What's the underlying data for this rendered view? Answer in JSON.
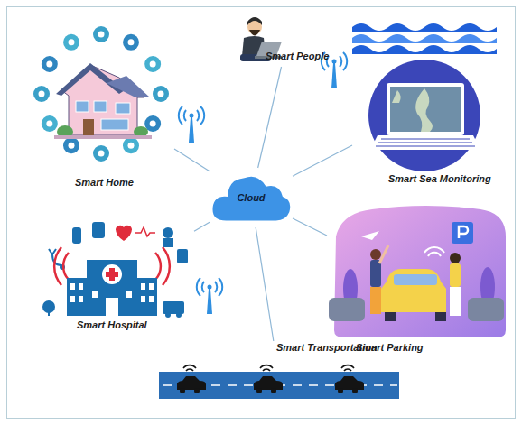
{
  "diagram": {
    "nodes": [
      {
        "text": [
          "Cloud"
        ]
      },
      {
        "text": [
          "Smart Home"
        ]
      },
      {
        "text": [
          "Smart People"
        ]
      },
      {
        "text": [
          "Smart Sea Monitoring"
        ]
      },
      {
        "text": [
          "Smart Hospital"
        ]
      },
      {
        "text": [
          "Smart Transportation"
        ]
      },
      {
        "text": [
          "Smart Parking"
        ]
      }
    ],
    "edges": [
      {
        "from": 0,
        "to": 1,
        "arrow": "none"
      },
      {
        "from": 0,
        "to": 2,
        "arrow": "none"
      },
      {
        "from": 0,
        "to": 3,
        "arrow": "none"
      },
      {
        "from": 0,
        "to": 4,
        "arrow": "none"
      },
      {
        "from": 0,
        "to": 5,
        "arrow": "none"
      },
      {
        "from": 0,
        "to": 6,
        "arrow": "none"
      }
    ]
  }
}
